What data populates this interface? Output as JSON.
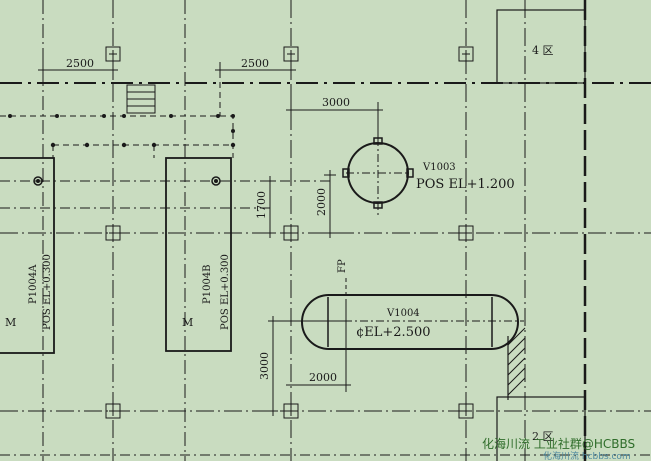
{
  "colors": {
    "background": "#c9dcc0",
    "line": "#1a1a1a",
    "watermark": "#2f6d2a"
  },
  "dimensions": {
    "top_left": "2500",
    "top_mid": "2500",
    "v1003_offset": "3000",
    "v1003_vertical": "2000",
    "pump_gap": "1700",
    "v1004_vertical": "3000",
    "v1004_offset": "2000"
  },
  "equipment": {
    "v1003": {
      "tag": "V1003",
      "elevation": "POS EL+1.200"
    },
    "v1004": {
      "tag": "V1004",
      "elevation": "¢EL+2.500",
      "marker": "FP"
    },
    "p1004a": {
      "tag": "P1004A",
      "elevation": "POS EL+0.300",
      "motor": "M"
    },
    "p1004b": {
      "tag": "P1004B",
      "elevation": "POS EL+0.300",
      "motor": "M"
    }
  },
  "zones": {
    "upper": "4 区",
    "lower": "2 区"
  },
  "watermark": {
    "main": "化海川流 工业社群@HCBBS",
    "sub": "化海川流 hcbbs.com"
  }
}
